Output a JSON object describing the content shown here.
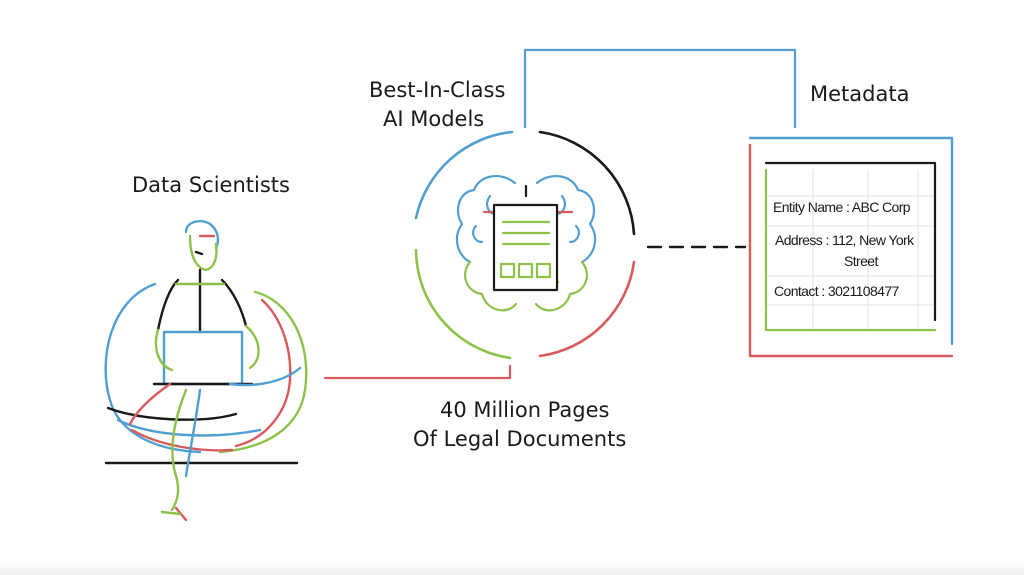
{
  "labels": {
    "data_scientists": "Data Scientists",
    "ai_models_line1": "Best-In-Class",
    "ai_models_line2": "AI Models",
    "metadata": "Metadata",
    "pages_line1": "40 Million Pages",
    "pages_line2": "Of Legal Documents"
  },
  "metadata_card": {
    "entity": "Entity Name : ABC Corp",
    "address_line1": "Address  : 112, New York",
    "address_line2": "Street",
    "contact": "Contact : 3021108477"
  },
  "colors": {
    "blue": "#4f9fd0",
    "red": "#d85a5a",
    "green": "#8dc24a",
    "black": "#1a1a1a",
    "grid": "#e6e6e6"
  }
}
